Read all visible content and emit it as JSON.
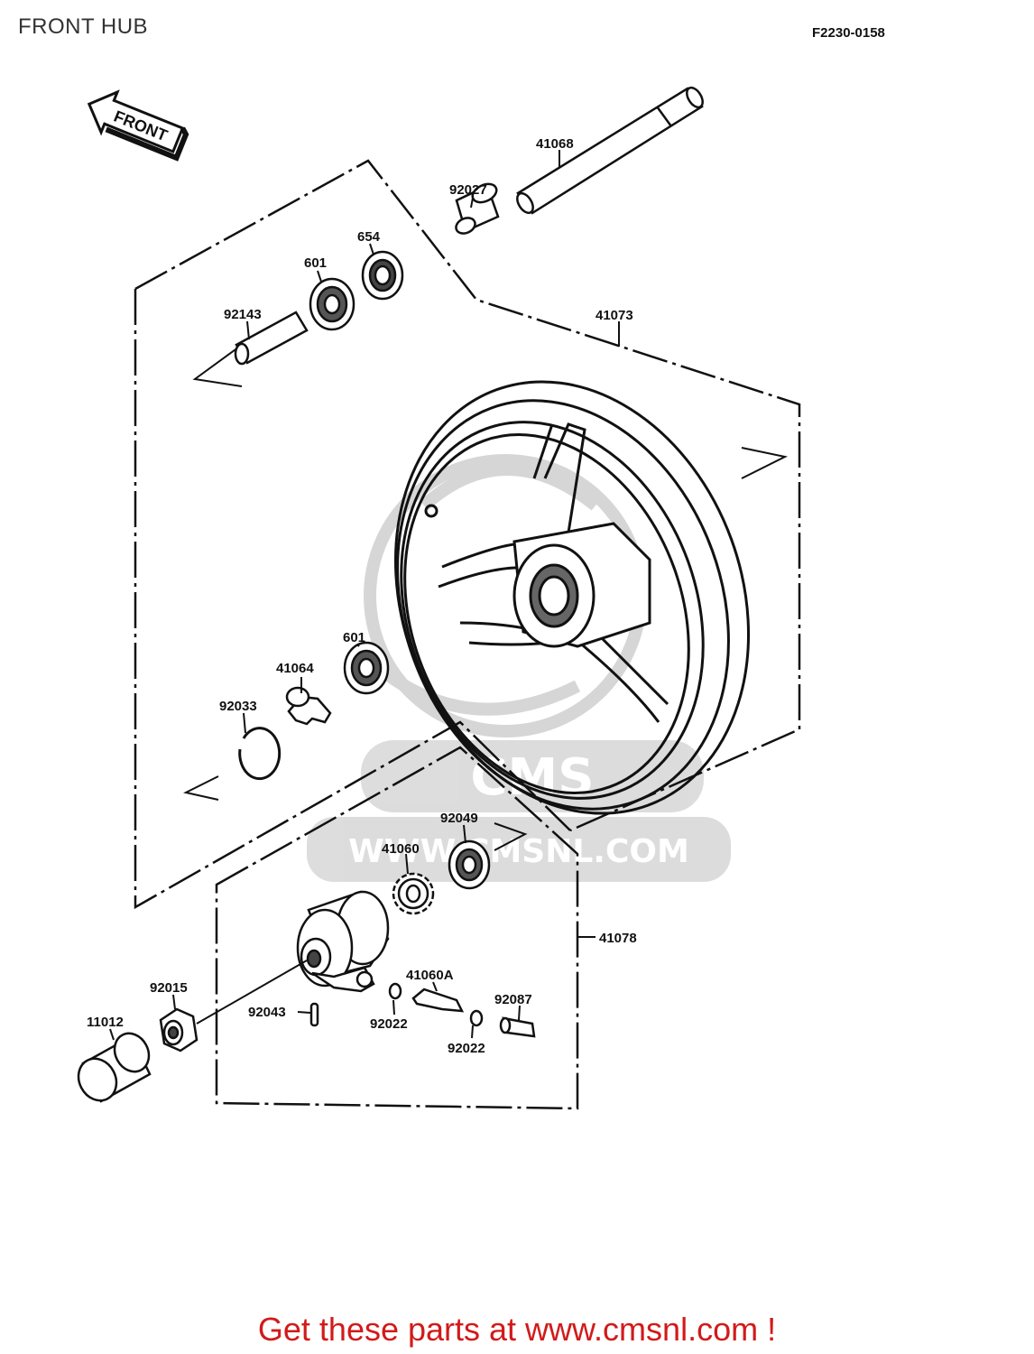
{
  "header": {
    "title": "FRONT HUB",
    "ref_code": "F2230-0158"
  },
  "arrow_label": "FRONT",
  "watermark": {
    "text": "WWW.CMSNL.COM",
    "logo": "CMS",
    "color": "#c8c8c8"
  },
  "parts": [
    {
      "id": "p41068",
      "number": "41068"
    },
    {
      "id": "p92027",
      "number": "92027"
    },
    {
      "id": "p654",
      "number": "654"
    },
    {
      "id": "p601a",
      "number": "601"
    },
    {
      "id": "p92143",
      "number": "92143"
    },
    {
      "id": "p41073",
      "number": "41073"
    },
    {
      "id": "p601b",
      "number": "601"
    },
    {
      "id": "p41064",
      "number": "41064"
    },
    {
      "id": "p92033",
      "number": "92033"
    },
    {
      "id": "p92049",
      "number": "92049"
    },
    {
      "id": "p41060",
      "number": "41060"
    },
    {
      "id": "p41078",
      "number": "41078"
    },
    {
      "id": "p41060A",
      "number": "41060A"
    },
    {
      "id": "p92015",
      "number": "92015"
    },
    {
      "id": "p11012",
      "number": "11012"
    },
    {
      "id": "p92043",
      "number": "92043"
    },
    {
      "id": "p92022a",
      "number": "92022"
    },
    {
      "id": "p92087",
      "number": "92087"
    },
    {
      "id": "p92022b",
      "number": "92022"
    }
  ],
  "footer": {
    "text": "Get these parts at www.cmsnl.com !",
    "color": "#d21a1a"
  }
}
